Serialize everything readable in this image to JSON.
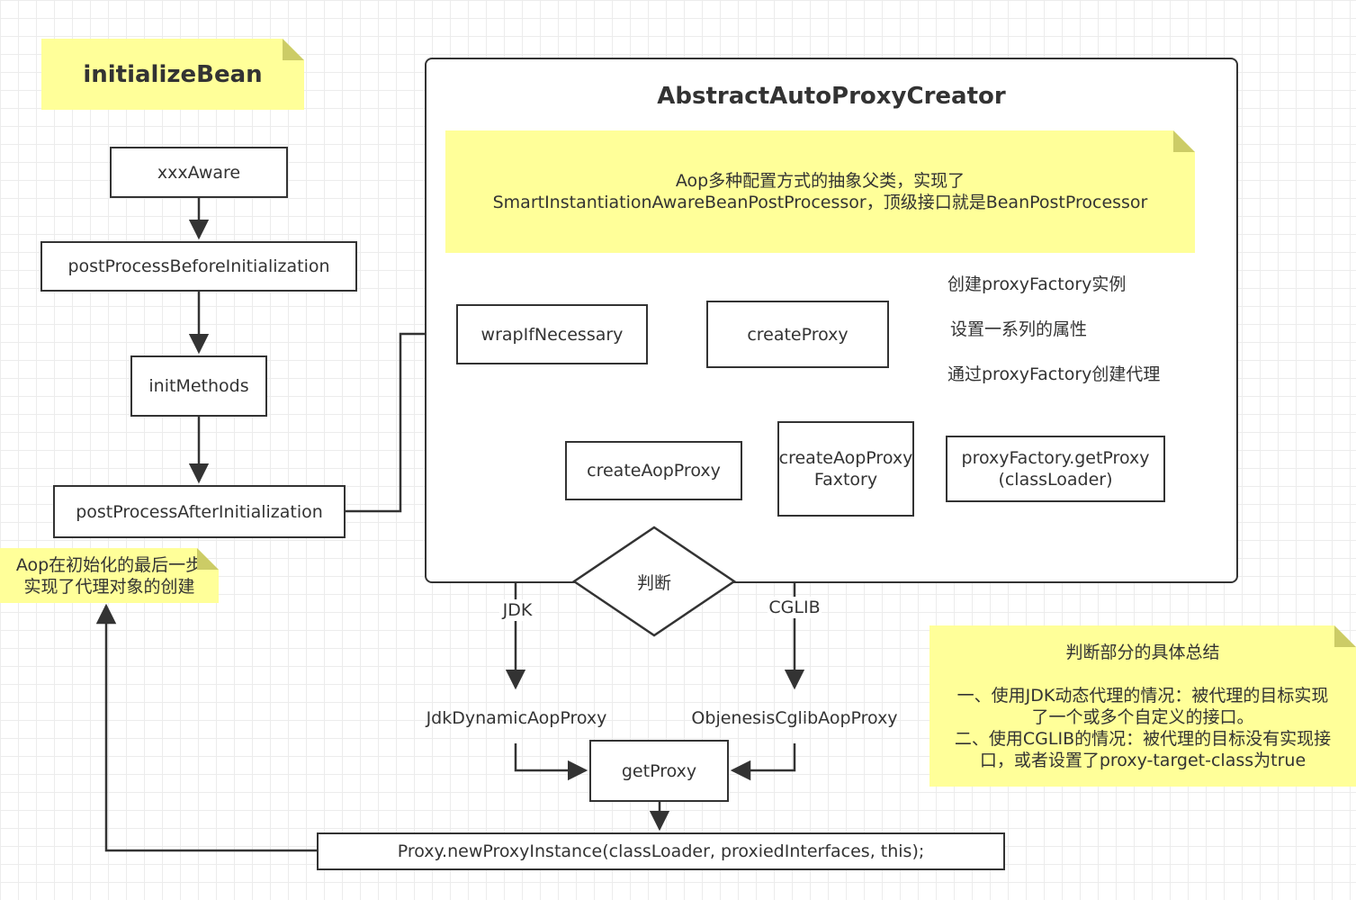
{
  "title_note": {
    "text": "initializeBean"
  },
  "container": {
    "title": "AbstractAutoProxyCreator"
  },
  "container_note": {
    "text": "Aop多种配置方式的抽象父类，实现了\nSmartInstantiationAwareBeanPostProcessor，顶级接口就是BeanPostProcessor"
  },
  "left_flow": {
    "xxx_aware": "xxxAware",
    "post_before": "postProcessBeforeInitialization",
    "init_methods": "initMethods",
    "post_after": "postProcessAfterInitialization"
  },
  "left_note": {
    "text": "Aop在初始化的最后一步\n实现了代理对象的创建"
  },
  "proxy_flow": {
    "wrap_if_necessary": "wrapIfNecessary",
    "create_proxy": "createProxy",
    "steps": [
      "创建proxyFactory实例",
      "设置一系列的属性",
      "通过proxyFactory创建代理"
    ],
    "factory_get_proxy": "proxyFactory.getProxy\n(classLoader)",
    "create_aop_proxy_factory": "createAopProxy\nFaxtory",
    "create_aop_proxy": "createAopProxy"
  },
  "decision": {
    "label": "判断",
    "jdk_label": "JDK",
    "cglib_label": "CGLIB",
    "jdk_proxy": "JdkDynamicAopProxy",
    "cglib_proxy": "ObjenesisCglibAopProxy"
  },
  "get_proxy": "getProxy",
  "new_proxy_instance": "Proxy.newProxyInstance(classLoader, proxiedInterfaces, this);",
  "summary_note": {
    "title": "判断部分的具体总结",
    "lines": [
      "一、使用JDK动态代理的情况：被代理的目标实现",
      "了一个或多个自定义的接口。",
      "二、使用CGLIB的情况：被代理的目标没有实现接",
      "口，或者设置了proxy-target-class为true"
    ]
  },
  "colors": {
    "stroke": "#333333",
    "note_fill": "#ffff99",
    "note_fold": "#cccc66"
  }
}
